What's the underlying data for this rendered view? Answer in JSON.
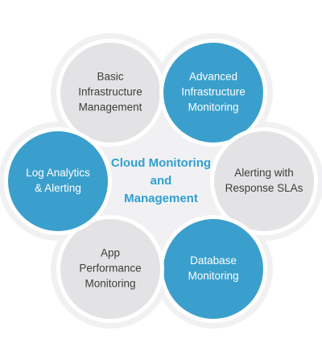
{
  "colors": {
    "blue": "#3a9fcc",
    "gray": "#e3e3e5",
    "background_shape": "#f1f1f3",
    "white_ring": "#ffffff",
    "dark_text": "#3d3d3d",
    "light_text": "#ffffff",
    "center_text": "#2f9fd0"
  },
  "center": {
    "lines": [
      "Cloud Monitoring",
      "and",
      "Management"
    ]
  },
  "nodes": [
    {
      "id": "basic",
      "fill": "gray",
      "lines": [
        "Basic",
        "Infrastructure",
        "Management"
      ]
    },
    {
      "id": "advanced",
      "fill": "blue",
      "lines": [
        "Advanced",
        "Infrastructure",
        "Monitoring"
      ]
    },
    {
      "id": "alerting",
      "fill": "gray",
      "lines": [
        "Alerting with",
        "Response SLAs"
      ]
    },
    {
      "id": "database",
      "fill": "blue",
      "lines": [
        "Database",
        "Monitoring"
      ]
    },
    {
      "id": "app",
      "fill": "gray",
      "lines": [
        "App",
        "Performance",
        "Monitoring"
      ]
    },
    {
      "id": "log",
      "fill": "blue",
      "lines": [
        "Log Analytics",
        "& Alerting"
      ]
    }
  ]
}
